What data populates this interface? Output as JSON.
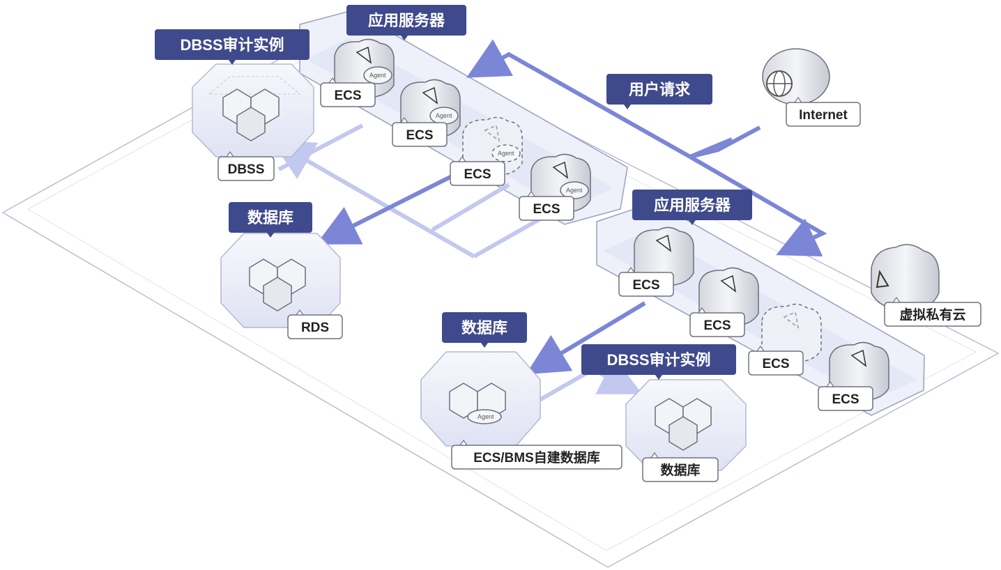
{
  "labels": {
    "app_server_1": "应用服务器",
    "dbss_instance_1": "DBSS审计实例",
    "user_request": "用户请求",
    "database_1": "数据库",
    "app_server_2": "应用服务器",
    "database_2": "数据库",
    "dbss_instance_2": "DBSS审计实例"
  },
  "nodes": {
    "dbss": "DBSS",
    "rds": "RDS",
    "ecs_1": "ECS",
    "ecs_2": "ECS",
    "ecs_3": "ECS",
    "ecs_4": "ECS",
    "ecs_5": "ECS",
    "ecs_6": "ECS",
    "ecs_7": "ECS",
    "ecs_8": "ECS",
    "internet": "Internet",
    "vpc": "虚拟私有云",
    "ecs_bms_db": "ECS/BMS自建数据库",
    "database_node": "数据库"
  },
  "agent_text": "Agent",
  "colors": {
    "title_bg": "#3f4a8c",
    "arrow_dark": "#7b86d6",
    "arrow_light": "#c3c8ef",
    "zone_fill": "#e9ebf8",
    "border": "#9aa0bb"
  }
}
